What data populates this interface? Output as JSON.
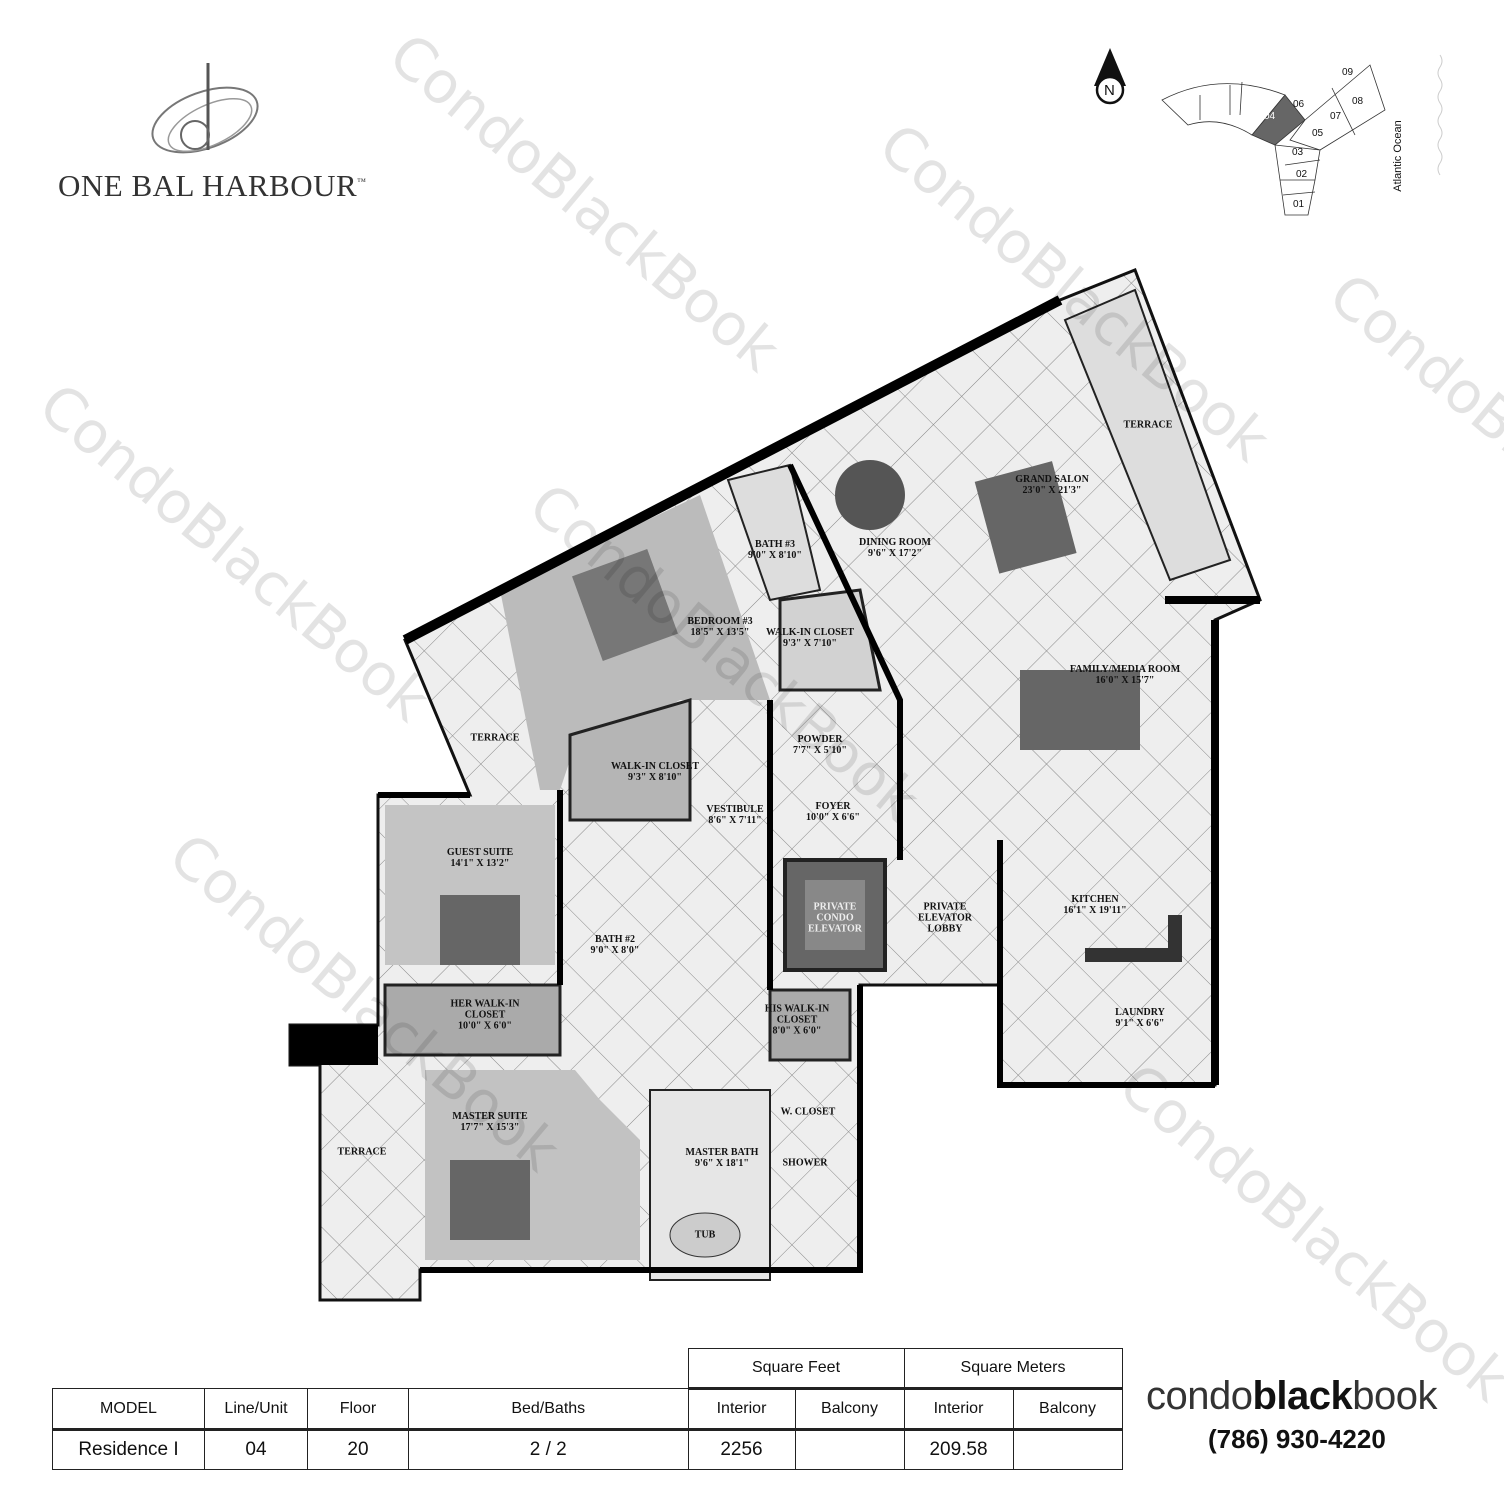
{
  "building": {
    "logo_text": "ONE BAL HARBOUR",
    "trademark": "™"
  },
  "watermark": "CondoBlackBook",
  "key_plan": {
    "north_label": "N",
    "ocean_label": "Atlantic Ocean",
    "units": [
      "09",
      "06",
      "08",
      "04",
      "07",
      "05",
      "03",
      "02",
      "01"
    ],
    "highlighted_unit": "04",
    "highlight_color": "#666666"
  },
  "rooms": [
    {
      "name": "TERRACE",
      "dims": ""
    },
    {
      "name": "GRAND SALON",
      "dims": "23'0\" X 21'3\""
    },
    {
      "name": "DINING ROOM",
      "dims": "9'6\" X 17'2\""
    },
    {
      "name": "BATH #3",
      "dims": "9'0\" X 8'10\""
    },
    {
      "name": "BEDROOM #3",
      "dims": "18'5\" X 13'5\""
    },
    {
      "name": "WALK-IN CLOSET",
      "dims": "9'3\" X 7'10\""
    },
    {
      "name": "FAMILY/MEDIA ROOM",
      "dims": "16'0\" X 15'7\""
    },
    {
      "name": "TERRACE",
      "dims": ""
    },
    {
      "name": "POWDER",
      "dims": "7'7\" X 5'10\""
    },
    {
      "name": "WALK-IN CLOSET",
      "dims": "9'3\" X 8'10\""
    },
    {
      "name": "VESTIBULE",
      "dims": "8'6\" X 7'11\""
    },
    {
      "name": "FOYER",
      "dims": "10'0\" X 6'6\""
    },
    {
      "name": "GUEST SUITE",
      "dims": "14'1\" X 13'2\""
    },
    {
      "name": "PRIVATE CONDO ELEVATOR",
      "dims": ""
    },
    {
      "name": "PRIVATE ELEVATOR LOBBY",
      "dims": ""
    },
    {
      "name": "KITCHEN",
      "dims": "16'1\" X 19'11\""
    },
    {
      "name": "BATH #2",
      "dims": "9'0\" X 8'0\""
    },
    {
      "name": "HER WALK-IN CLOSET",
      "dims": "10'0\" X 6'0\""
    },
    {
      "name": "HIS WALK-IN CLOSET",
      "dims": "8'0\" X 6'0\""
    },
    {
      "name": "LAUNDRY",
      "dims": "9'1\" X 6'6\""
    },
    {
      "name": "MASTER SUITE",
      "dims": "17'7\" X 15'3\""
    },
    {
      "name": "W. CLOSET",
      "dims": ""
    },
    {
      "name": "MASTER BATH",
      "dims": "9'6\" X 18'1\""
    },
    {
      "name": "SHOWER",
      "dims": ""
    },
    {
      "name": "TERRACE",
      "dims": ""
    },
    {
      "name": "TUB",
      "dims": ""
    }
  ],
  "spec_table": {
    "group_headers": {
      "square_feet": "Square Feet",
      "square_meters": "Square Meters"
    },
    "headers": [
      "MODEL",
      "Line/Unit",
      "Floor",
      "Bed/Baths",
      "Interior",
      "Balcony",
      "Interior",
      "Balcony"
    ],
    "row": [
      "Residence I",
      "04",
      "20",
      "2 / 2",
      "2256",
      "",
      "209.58",
      ""
    ]
  },
  "contact": {
    "brand_light": "condo",
    "brand_bold": "black",
    "brand_end": "book",
    "phone": "(786) 930-4220"
  }
}
